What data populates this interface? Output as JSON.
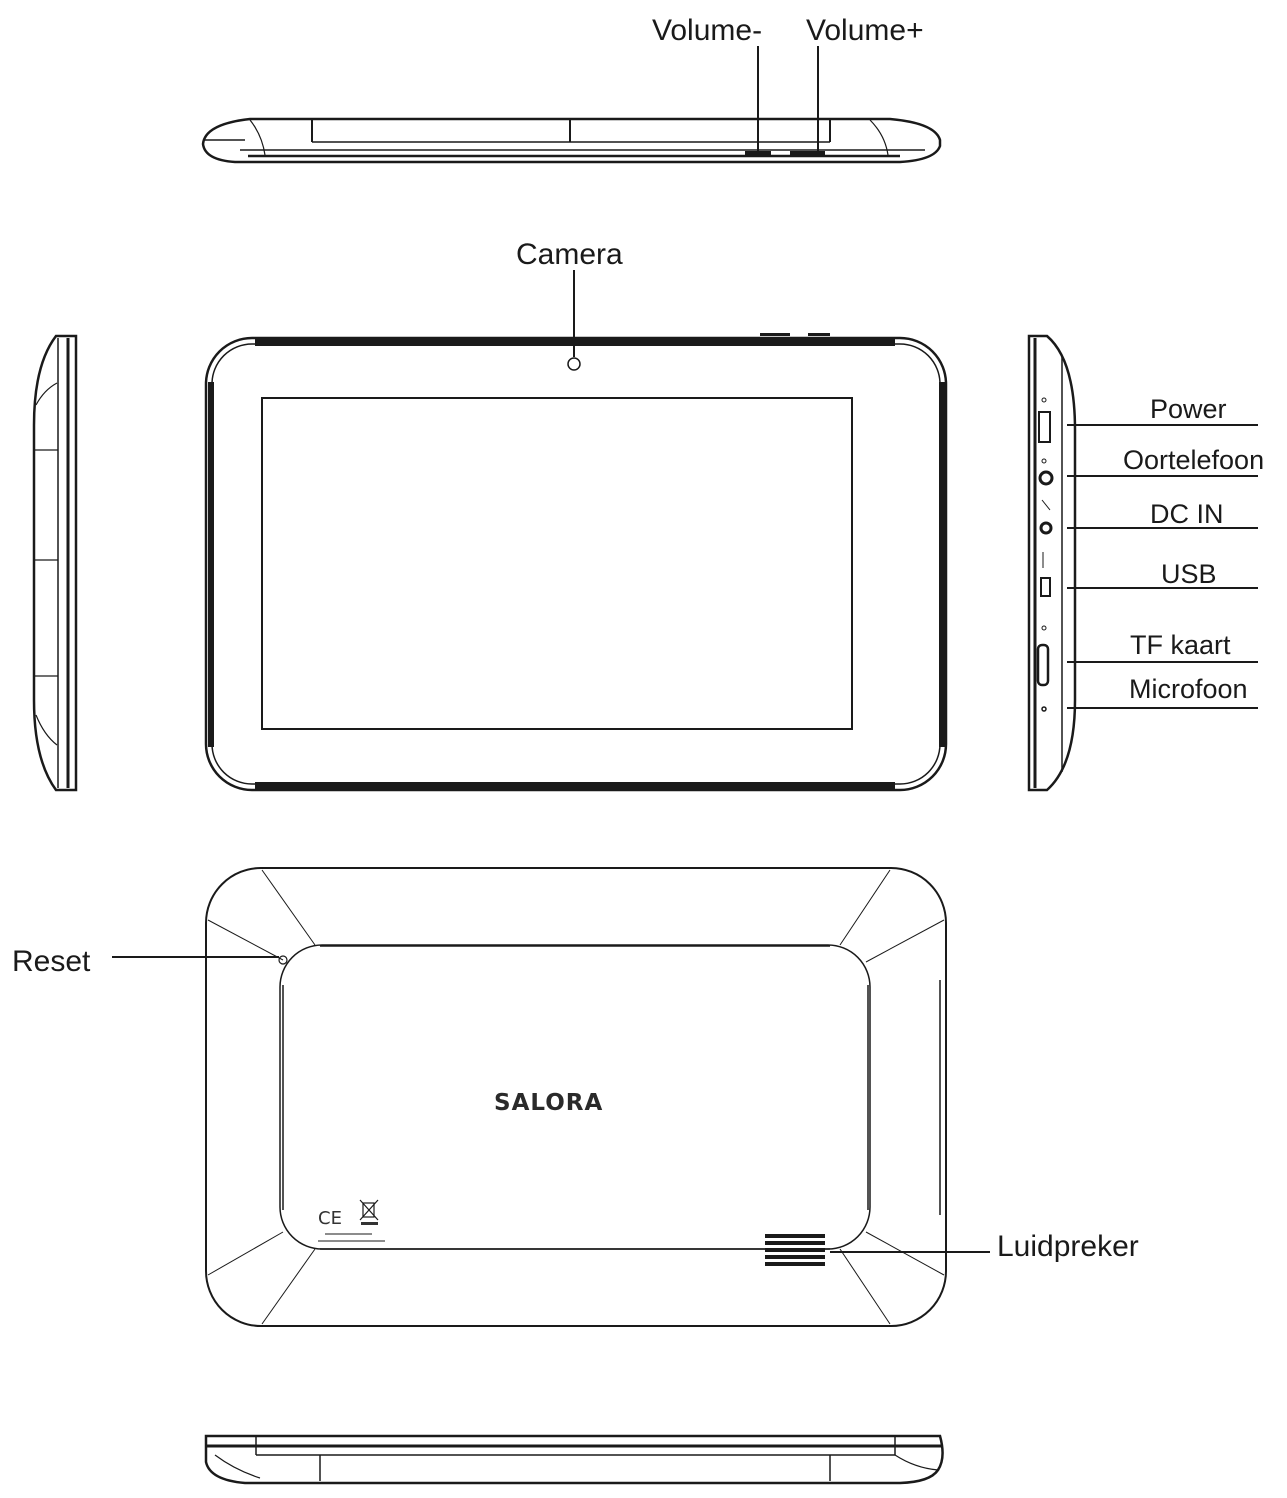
{
  "labels": {
    "volume_minus": "Volume-",
    "volume_plus": "Volume+",
    "camera": "Camera",
    "power": "Power",
    "oortelefoon": "Oortelefoon",
    "dc_in": "DC IN",
    "usb": "USB",
    "tf_kaart": "TF kaart",
    "microfoon": "Microfoon",
    "reset": "Reset",
    "luidpreker": "Luidpreker"
  },
  "brand": "SALORA",
  "cert_mark": "CE",
  "colors": {
    "line": "#1a1a1a",
    "background": "#ffffff"
  }
}
